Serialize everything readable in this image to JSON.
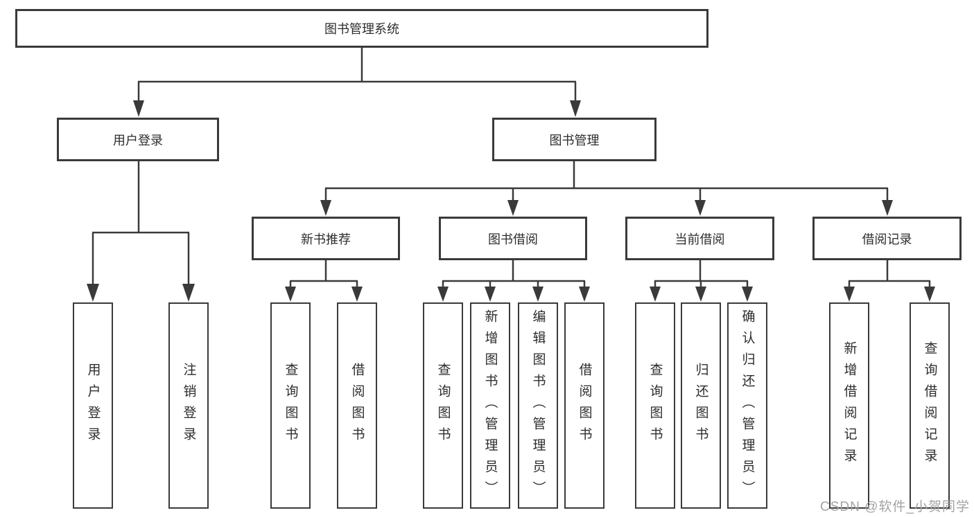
{
  "diagram": {
    "root": {
      "label": "图书管理系统",
      "children": [
        {
          "label": "用户登录",
          "children": [
            {
              "label": "用户登录"
            },
            {
              "label": "注销登录"
            }
          ]
        },
        {
          "label": "图书管理",
          "children": [
            {
              "label": "新书推荐",
              "children": [
                {
                  "label": "查询图书"
                },
                {
                  "label": "借阅图书"
                }
              ]
            },
            {
              "label": "图书借阅",
              "children": [
                {
                  "label": "查询图书"
                },
                {
                  "label": "新增图书（管理员）"
                },
                {
                  "label": "编辑图书（管理员）"
                },
                {
                  "label": "借阅图书"
                }
              ]
            },
            {
              "label": "当前借阅",
              "children": [
                {
                  "label": "查询图书"
                },
                {
                  "label": "归还图书"
                },
                {
                  "label": "确认归还（管理员）"
                }
              ]
            },
            {
              "label": "借阅记录",
              "children": [
                {
                  "label": "新增借阅记录"
                },
                {
                  "label": "查询借阅记录"
                }
              ]
            }
          ]
        }
      ]
    },
    "colors": {
      "line": "#3a3a3a",
      "text": "#2d2d2d",
      "watermark_text_color": "#a3a3a3",
      "background": "#ffffff"
    },
    "watermark": {
      "text": "CSDN @软件_小贺同学"
    }
  }
}
